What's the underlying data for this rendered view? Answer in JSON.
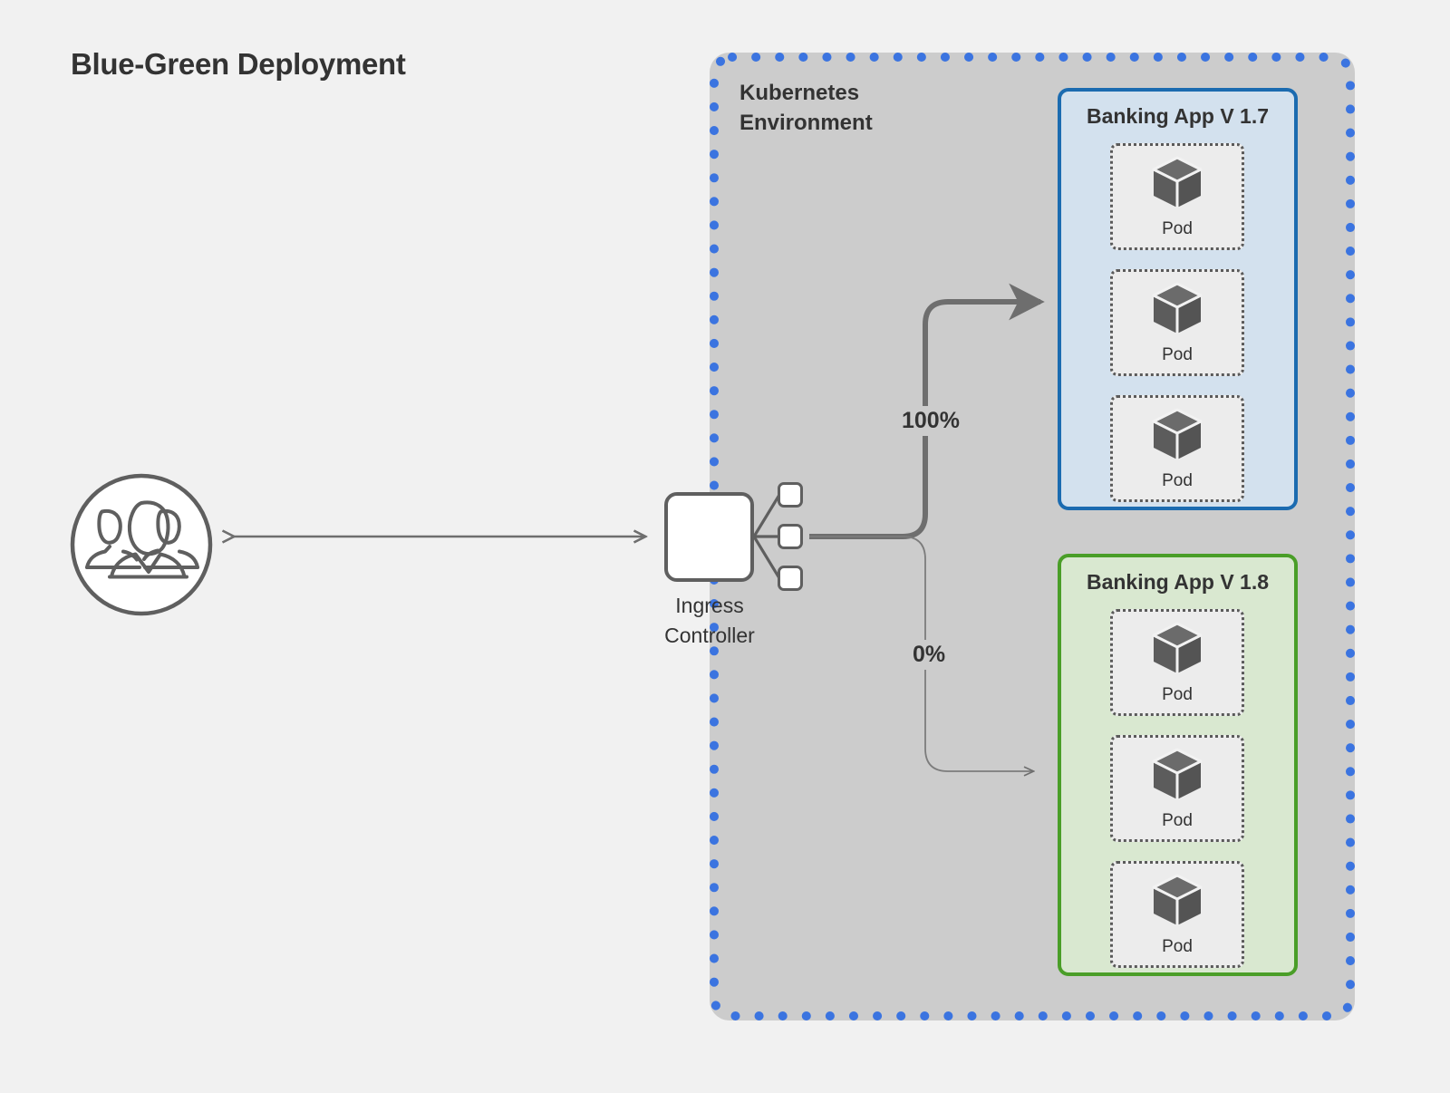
{
  "page": {
    "title": "Blue-Green Deployment",
    "background_color": "#f1f1f1"
  },
  "environment": {
    "label": "Kubernetes\nEnvironment",
    "border_color": "#3b74e0",
    "fill_color": "#cccccc",
    "border_style": "dotted"
  },
  "client": {
    "icon": "users-icon",
    "circle_stroke_color": "#5f5f5f"
  },
  "ingress": {
    "label": "Ingress\nController",
    "node_count": 3
  },
  "traffic": {
    "to_blue": "100%",
    "to_green": "0%",
    "active_color": "#6e6e6e",
    "inactive_color": "#8a8a8a"
  },
  "apps": [
    {
      "id": "blue",
      "title": "Banking App V 1.7",
      "fill_color": "#d3e1ee",
      "border_color": "#1b6bb0",
      "pods": [
        {
          "label": "Pod",
          "icon": "cube-icon"
        },
        {
          "label": "Pod",
          "icon": "cube-icon"
        },
        {
          "label": "Pod",
          "icon": "cube-icon"
        }
      ]
    },
    {
      "id": "green",
      "title": "Banking App V 1.8",
      "fill_color": "#d9e8d0",
      "border_color": "#4a9e28",
      "pods": [
        {
          "label": "Pod",
          "icon": "cube-icon"
        },
        {
          "label": "Pod",
          "icon": "cube-icon"
        },
        {
          "label": "Pod",
          "icon": "cube-icon"
        }
      ]
    }
  ]
}
